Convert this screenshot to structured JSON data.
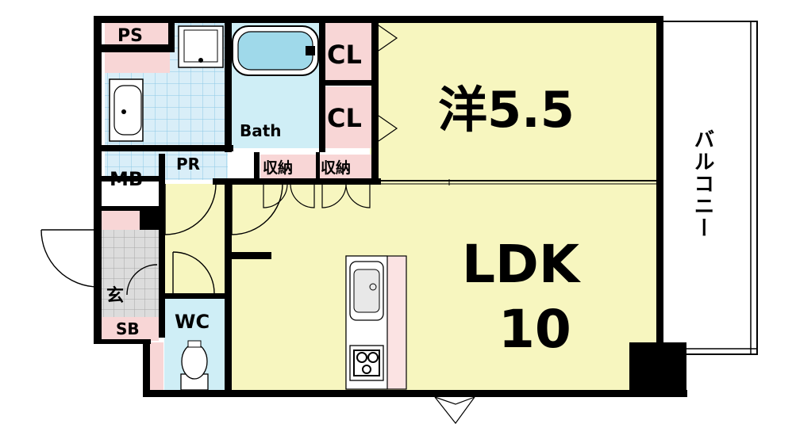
{
  "labels": {
    "ps": "PS",
    "cl_top": "CL",
    "cl_bottom": "CL",
    "bath": "Bath",
    "pr": "PR",
    "mb": "MB",
    "storage_left": "収納",
    "storage_right": "収納",
    "western_room": "洋5.5",
    "balcony": "バルコニー",
    "ldk": "LDK",
    "ldk_size": "10",
    "entrance": "玄",
    "sb": "SB",
    "wc": "WC"
  },
  "colors": {
    "wall": "#000000",
    "room_yellow": "#f7f6bf",
    "closet_pink": "#f8d6d6",
    "wet_blue": "#cfeef6",
    "tile_blue": "#d9eef8",
    "entrance_gray": "#d9d9d9",
    "counter_pink": "#fbe3e3"
  }
}
